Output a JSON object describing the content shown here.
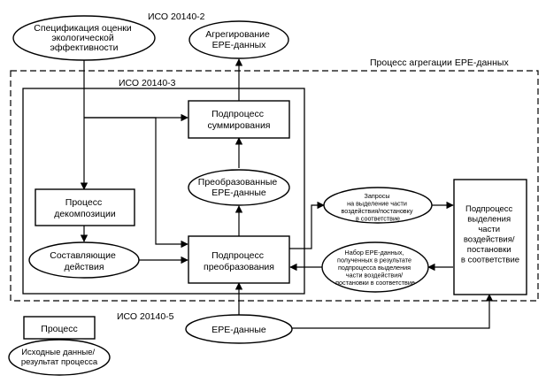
{
  "labels": {
    "iso_20140_2": "ИСО 20140-2",
    "iso_20140_3": "ИСО 20140-3",
    "iso_20140_5": "ИСО 20140-5",
    "aggregation_process": "Процесс агрегации ЕРЕ-данных"
  },
  "nodes": {
    "spec": [
      "Спецификация оценки",
      "экологической",
      "эффективности"
    ],
    "aggregating": [
      "Агрегирование",
      "ЕРЕ-данных"
    ],
    "summation": [
      "Подпроцесс",
      "суммирования"
    ],
    "transformed": [
      "Преобразованные",
      "ЕРЕ-данные"
    ],
    "decomposition": [
      "Процесс",
      "декомпозиции"
    ],
    "components": [
      "Составляющие",
      "действия"
    ],
    "transformation": [
      "Подпроцесс",
      "преобразования"
    ],
    "requests": [
      "Запросы",
      "на выделение части",
      "воздействия/постановку",
      "в соответствие"
    ],
    "dataset": [
      "Набор ЕРЕ-данных,",
      "полученных в результате",
      "подпроцесса выделения",
      "части воздействия/",
      "постановки в соответствие"
    ],
    "allocation": [
      "Подпроцесс",
      "выделения",
      "части",
      "воздействия/",
      "постановки",
      "в соответствие"
    ],
    "epe_data": [
      "ЕРЕ-данные"
    ]
  },
  "legend": {
    "process": "Процесс",
    "io": [
      "Исходные данные/",
      "результат процесса"
    ]
  }
}
